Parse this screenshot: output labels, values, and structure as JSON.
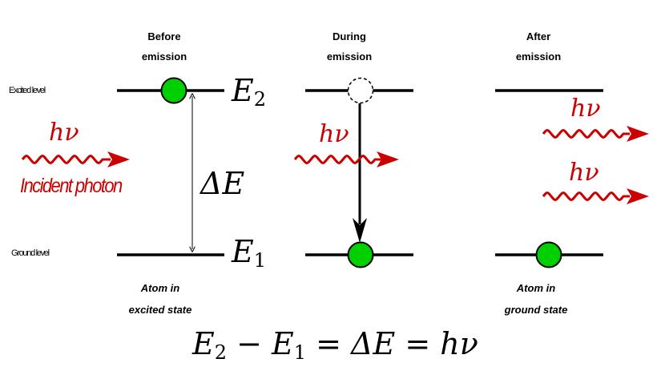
{
  "headers": {
    "before": [
      "Before",
      "emission"
    ],
    "during": [
      "During",
      "emission"
    ],
    "after": [
      "After",
      "emission"
    ]
  },
  "levels": {
    "excited": "Excited level",
    "ground": "Ground level"
  },
  "energy_labels": {
    "e2": "E",
    "e2_sub": "2",
    "e1": "E",
    "e1_sub": "1",
    "delta_e": "ΔE"
  },
  "photons": {
    "symbol": "hν",
    "incident_label": "Incident photon"
  },
  "captions": {
    "before": [
      "Atom in",
      "excited state"
    ],
    "after": [
      "Atom in",
      "ground state"
    ]
  },
  "equation": {
    "parts": [
      "E",
      "2",
      " − ",
      "E",
      "1",
      " = ΔE = hν"
    ]
  },
  "colors": {
    "atom_fill": "#00d000",
    "photon": "#cc0000",
    "line": "#000000"
  }
}
